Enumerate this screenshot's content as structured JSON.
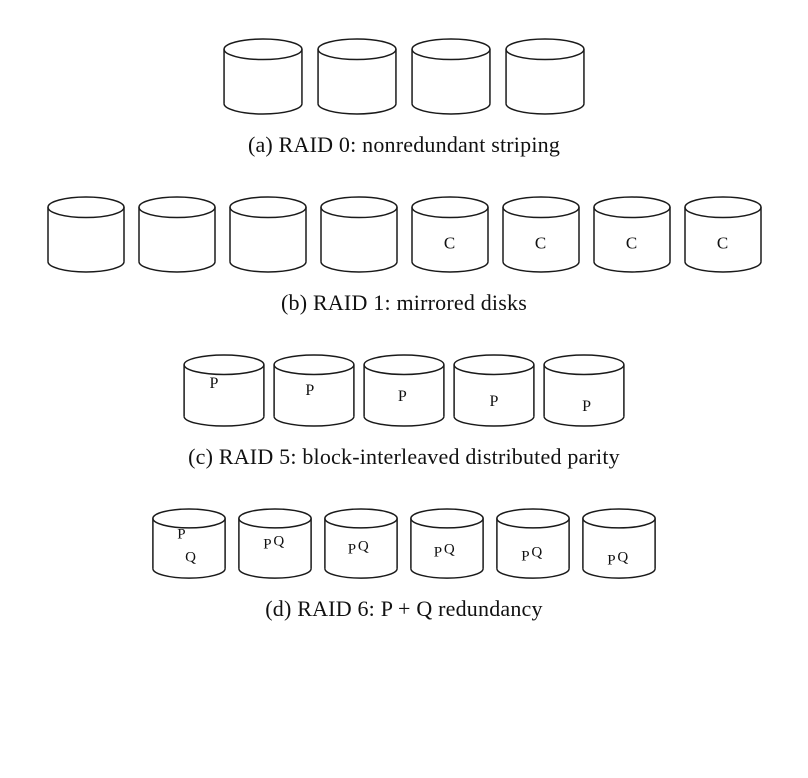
{
  "figure": {
    "background": "#ffffff",
    "stroke_color": "#1a1a1a",
    "rows": [
      {
        "caption": "(a) RAID 0: nonredundant striping",
        "disk_width": 82,
        "disk_height": 78,
        "gap": 12,
        "disks": [
          {
            "labels": []
          },
          {
            "labels": []
          },
          {
            "labels": []
          },
          {
            "labels": []
          }
        ]
      },
      {
        "caption": "(b) RAID 1: mirrored disks",
        "disk_width": 80,
        "disk_height": 78,
        "gap": 11,
        "disks": [
          {
            "labels": []
          },
          {
            "labels": []
          },
          {
            "labels": []
          },
          {
            "labels": []
          },
          {
            "labels": [
              {
                "text": "C",
                "x": 50,
                "y": 60,
                "size": 17
              }
            ]
          },
          {
            "labels": [
              {
                "text": "C",
                "x": 50,
                "y": 60,
                "size": 17
              }
            ]
          },
          {
            "labels": [
              {
                "text": "C",
                "x": 50,
                "y": 60,
                "size": 17
              }
            ]
          },
          {
            "labels": [
              {
                "text": "C",
                "x": 50,
                "y": 60,
                "size": 17
              }
            ]
          }
        ]
      },
      {
        "caption": "(c) RAID 5: block-interleaved distributed parity",
        "disk_width": 84,
        "disk_height": 74,
        "gap": 6,
        "disks": [
          {
            "labels": [
              {
                "text": "P",
                "x": 38,
                "y": 40,
                "size": 16
              }
            ]
          },
          {
            "labels": [
              {
                "text": "P",
                "x": 45,
                "y": 50,
                "size": 16
              }
            ]
          },
          {
            "labels": [
              {
                "text": "P",
                "x": 48,
                "y": 58,
                "size": 16
              }
            ]
          },
          {
            "labels": [
              {
                "text": "P",
                "x": 50,
                "y": 65,
                "size": 16
              }
            ]
          },
          {
            "labels": [
              {
                "text": "P",
                "x": 53,
                "y": 72,
                "size": 16
              }
            ]
          }
        ]
      },
      {
        "caption": "(d) RAID 6: P + Q redundancy",
        "disk_width": 76,
        "disk_height": 72,
        "gap": 10,
        "disks": [
          {
            "labels": [
              {
                "text": "P",
                "x": 40,
                "y": 38,
                "size": 15
              },
              {
                "text": "Q",
                "x": 52,
                "y": 70,
                "size": 15
              }
            ]
          },
          {
            "labels": [
              {
                "text": "P",
                "x": 40,
                "y": 52,
                "size": 15
              },
              {
                "text": "Q",
                "x": 55,
                "y": 47,
                "size": 15
              }
            ]
          },
          {
            "labels": [
              {
                "text": "P",
                "x": 38,
                "y": 58,
                "size": 15
              },
              {
                "text": "Q",
                "x": 53,
                "y": 54,
                "size": 15
              }
            ]
          },
          {
            "labels": [
              {
                "text": "P",
                "x": 38,
                "y": 63,
                "size": 15
              },
              {
                "text": "Q",
                "x": 53,
                "y": 58,
                "size": 15
              }
            ]
          },
          {
            "labels": [
              {
                "text": "P",
                "x": 40,
                "y": 68,
                "size": 15
              },
              {
                "text": "Q",
                "x": 55,
                "y": 63,
                "size": 15
              }
            ]
          },
          {
            "labels": [
              {
                "text": "P",
                "x": 40,
                "y": 74,
                "size": 15
              },
              {
                "text": "Q",
                "x": 55,
                "y": 70,
                "size": 15
              }
            ]
          }
        ]
      }
    ]
  }
}
